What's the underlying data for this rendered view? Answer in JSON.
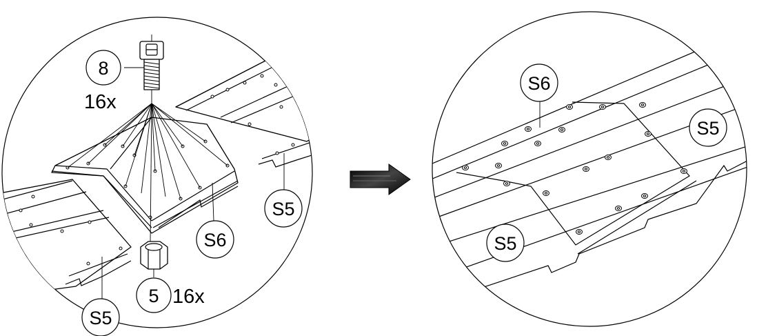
{
  "left_detail": {
    "bolt_callout": "8",
    "bolt_qty": "16x",
    "nut_callout": "5",
    "nut_qty": "16x",
    "part_top_right": "S5",
    "part_center": "S6",
    "part_bottom_left": "S5"
  },
  "right_detail": {
    "part_top": "S6",
    "part_right": "S5",
    "part_left": "S5"
  }
}
